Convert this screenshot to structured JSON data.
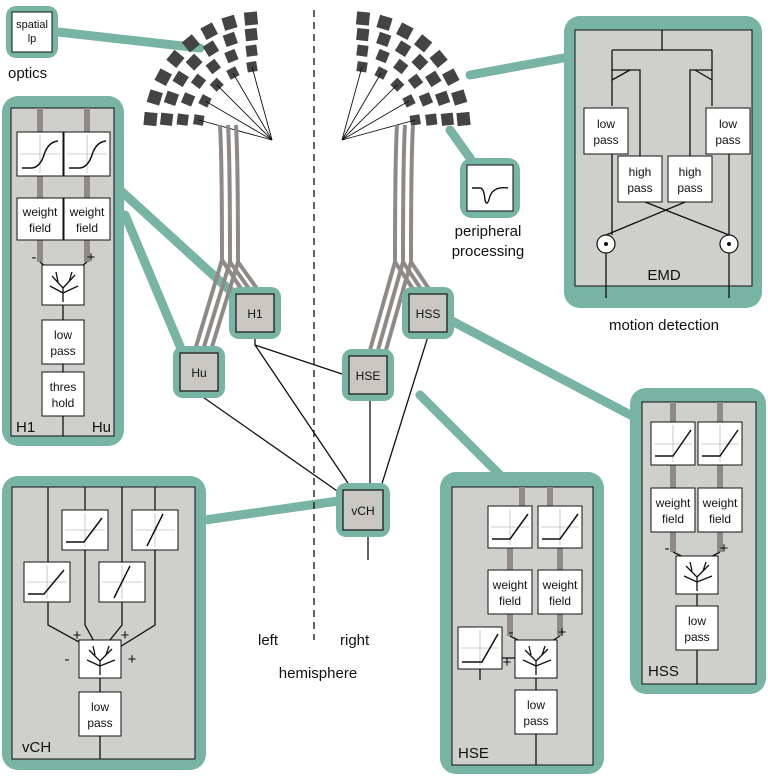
{
  "labels": {
    "optics": "optics",
    "spatial_lp": [
      "spatial",
      "lp"
    ],
    "peripheral": [
      "peripheral",
      "processing"
    ],
    "motion_detection": "motion detection",
    "left": "left",
    "right": "right",
    "hemisphere": "hemisphere"
  },
  "nodes": {
    "h1": "H1",
    "hu": "Hu",
    "hss": "HSS",
    "hse": "HSE",
    "vch": "vCH"
  },
  "emd_panel": {
    "title": "EMD",
    "low_pass": [
      "low",
      "pass"
    ],
    "high_pass": [
      "high",
      "pass"
    ]
  },
  "h1_panel": {
    "weight_field": [
      "weight",
      "field"
    ],
    "low_pass": [
      "low",
      "pass"
    ],
    "threshold": [
      "thres",
      "hold"
    ],
    "sign_minus": "-",
    "sign_plus": "+",
    "label_left": "H1",
    "label_right": "Hu"
  },
  "vch_panel": {
    "low_pass": [
      "low",
      "pass"
    ],
    "sign_minus": "-",
    "sign_plus": "+",
    "label": "vCH"
  },
  "hse_panel": {
    "weight_field": [
      "weight",
      "field"
    ],
    "low_pass": [
      "low",
      "pass"
    ],
    "sign_minus": "-",
    "sign_plus": "+",
    "label": "HSE"
  },
  "hss_panel": {
    "weight_field": [
      "weight",
      "field"
    ],
    "low_pass": [
      "low",
      "pass"
    ],
    "sign_minus": "-",
    "sign_plus": "+",
    "label": "HSS"
  },
  "colors": {
    "teal": "#78b4a3",
    "panel_grey": "#cfcfcb",
    "node_grey": "#c9c7c2",
    "pathway_grey": "#8f8a88",
    "photoreceptor": "#444444"
  }
}
